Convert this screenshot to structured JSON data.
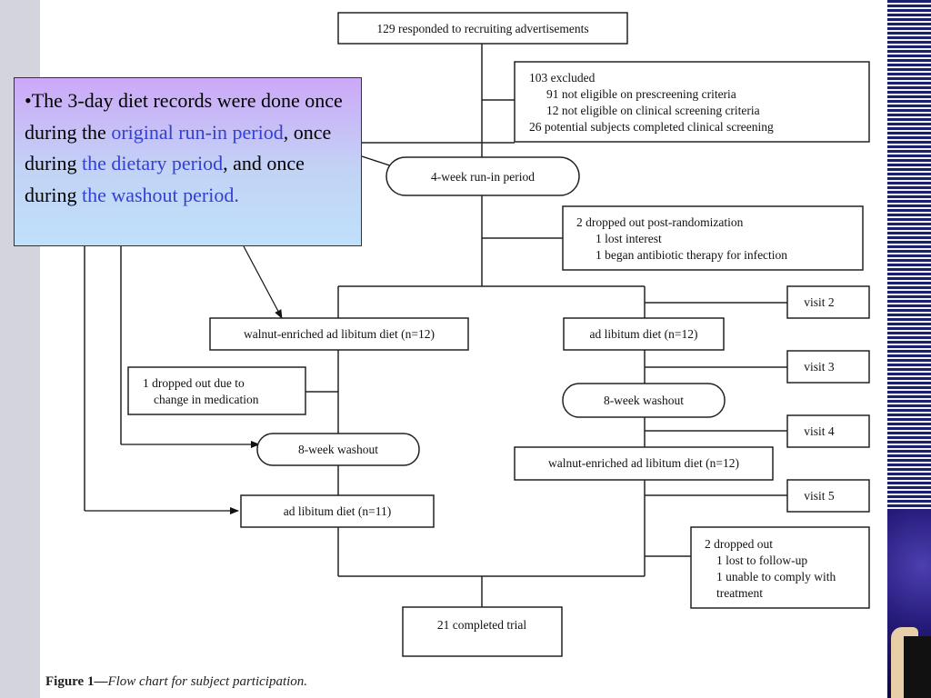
{
  "flowchart": {
    "nodes": {
      "responded": "129 responded to recruiting advertisements",
      "excluded": [
        "103 excluded",
        "91 not eligible on prescreening criteria",
        "12 not eligible on clinical screening criteria",
        "26 potential subjects completed clinical screening"
      ],
      "run_in": "4-week run-in period",
      "dropped_post_randomization": [
        "2 dropped out post-randomization",
        "1 lost interest",
        "1 began antibiotic therapy for infection"
      ],
      "left_walnut_diet": "walnut-enriched ad libitum diet (n=12)",
      "left_dropped": [
        "1 dropped out due to",
        "change in medication"
      ],
      "left_washout": "8-week washout",
      "left_ad_lib": "ad libitum diet (n=11)",
      "right_ad_lib": "ad libitum diet (n=12)",
      "right_washout": "8-week washout",
      "right_walnut_diet": "walnut-enriched ad libitum diet (n=12)",
      "visit2": "visit 2",
      "visit3": "visit 3",
      "visit4": "visit 4",
      "visit5": "visit 5",
      "final_dropped": [
        "2 dropped out",
        "1 lost to follow-up",
        "1 unable to comply with",
        "treatment"
      ],
      "completed": "21 completed trial"
    }
  },
  "caption": {
    "label": "Figure 1—",
    "text": "Flow chart for subject participation."
  },
  "callout": {
    "p1": "•The 3-day diet records were done once during the ",
    "h1": "original run-in period",
    "p2": ", once during ",
    "h2": "the dietary period",
    "p3": ", and once during ",
    "h3": "the washout period."
  },
  "colors": {
    "callout_highlight": "#3340d0",
    "callout_gradient_top": "#cda8f8",
    "callout_gradient_bottom": "#bfe0fa",
    "side_stripes": "#1a1f6e"
  }
}
